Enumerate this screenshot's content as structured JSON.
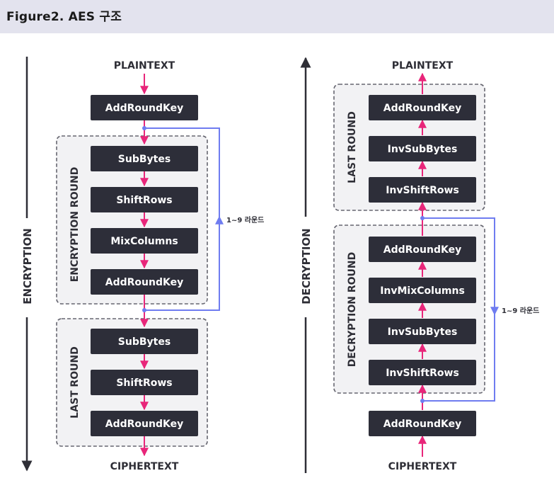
{
  "header": {
    "title": "Figure2. AES 구조"
  },
  "encryption": {
    "side_label": "ENCRYPTION",
    "input": "PLAINTEXT",
    "output": "CIPHERTEXT",
    "initial_step": "AddRoundKey",
    "round_group": {
      "label": "ENCRYPTION ROUND",
      "steps": [
        "SubBytes",
        "ShiftRows",
        "MixColumns",
        "AddRoundKey"
      ]
    },
    "last_group": {
      "label": "LAST ROUND",
      "steps": [
        "SubBytes",
        "ShiftRows",
        "AddRoundKey"
      ]
    },
    "loop_label": "1~9 라운드"
  },
  "decryption": {
    "side_label": "DECRYPTION",
    "input": "CIPHERTEXT",
    "output": "PLAINTEXT",
    "initial_step": "AddRoundKey",
    "round_group": {
      "label": "DECRYPTION ROUND",
      "steps": [
        "AddRoundKey",
        "InvMixColumns",
        "InvSubBytes",
        "InvShiftRows"
      ]
    },
    "last_group": {
      "label": "LAST ROUND",
      "steps": [
        "AddRoundKey",
        "InvSubBytes",
        "InvShiftRows"
      ]
    },
    "loop_label": "1~9 라운드"
  },
  "colors": {
    "box": "#2d2e39",
    "arrow": "#e8267a",
    "loop": "#6f7cf0",
    "group_bg": "#f2f2f4",
    "group_border": "#666670",
    "header_bg": "#e3e3ee"
  }
}
